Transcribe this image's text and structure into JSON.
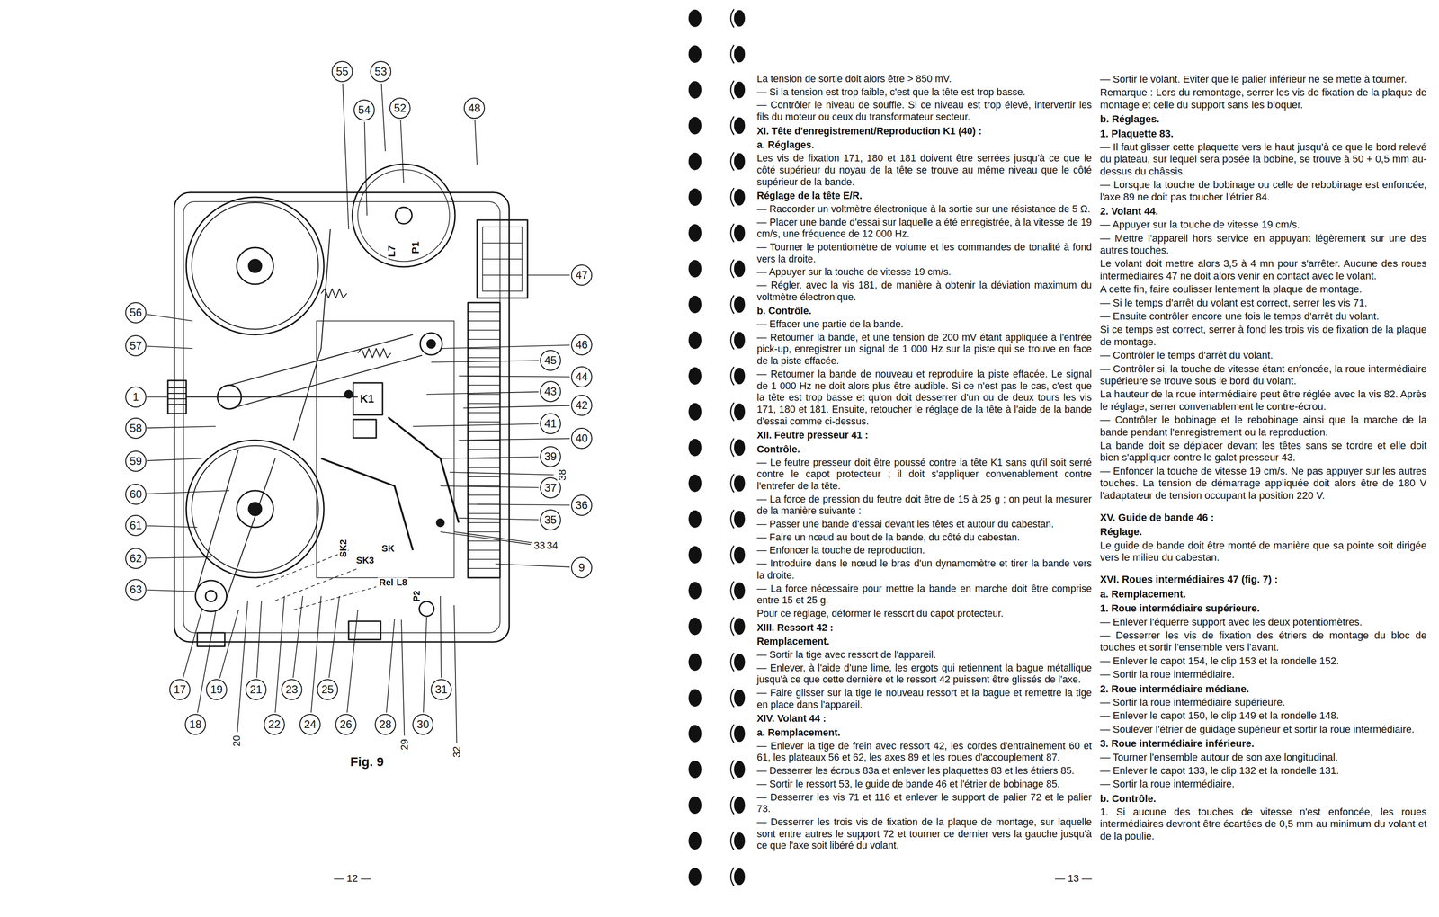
{
  "diagram": {
    "caption": "Fig. 9",
    "nodes": [
      {
        "text": [
          "55"
        ]
      },
      {
        "text": [
          "54"
        ]
      },
      {
        "text": [
          "53"
        ]
      },
      {
        "text": [
          "52"
        ]
      },
      {
        "text": [
          "48"
        ]
      },
      {
        "text": [
          "56"
        ]
      },
      {
        "text": [
          "57"
        ]
      },
      {
        "text": [
          "1"
        ]
      },
      {
        "text": [
          "58"
        ]
      },
      {
        "text": [
          "59"
        ]
      },
      {
        "text": [
          "60"
        ]
      },
      {
        "text": [
          "61"
        ]
      },
      {
        "text": [
          "62"
        ]
      },
      {
        "text": [
          "63"
        ]
      },
      {
        "text": [
          "47"
        ]
      },
      {
        "text": [
          "46"
        ]
      },
      {
        "text": [
          "45"
        ]
      },
      {
        "text": [
          "44"
        ]
      },
      {
        "text": [
          "43"
        ]
      },
      {
        "text": [
          "42"
        ]
      },
      {
        "text": [
          "41"
        ]
      },
      {
        "text": [
          "40"
        ]
      },
      {
        "text": [
          "39"
        ]
      },
      {
        "text": [
          "37"
        ]
      },
      {
        "text": [
          "36"
        ]
      },
      {
        "text": [
          "35"
        ]
      },
      {
        "text": [
          "9"
        ]
      },
      {
        "text": [
          "17"
        ]
      },
      {
        "text": [
          "18"
        ]
      },
      {
        "text": [
          "19"
        ]
      },
      {
        "text": [
          "21"
        ]
      },
      {
        "text": [
          "22"
        ]
      },
      {
        "text": [
          "23"
        ]
      },
      {
        "text": [
          "24"
        ]
      },
      {
        "text": [
          "25"
        ]
      },
      {
        "text": [
          "26"
        ]
      },
      {
        "text": [
          "28"
        ]
      },
      {
        "text": [
          "30"
        ]
      },
      {
        "text": [
          "31"
        ]
      }
    ],
    "edges": [],
    "labels": [
      "L7",
      "P1",
      "38",
      "33",
      "34",
      "20",
      "29",
      "32",
      "K1",
      "SK2",
      "SK3",
      "SK",
      "Rel",
      "L8",
      "P2",
      "La tension de sortie doit alors être > 850 mV.",
      "— Si la tension est trop faible, c'est que la tête est trop basse.",
      "— Contrôler le niveau de souffle. Si ce niveau est trop élevé, intervertir les fils du moteur ou ceux du transformateur secteur.",
      "XI. Tête d'enregistrement/Reproduction K1 (40) :",
      "a. Réglages.",
      "Les vis de fixation 171, 180 et 181 doivent être serrées jusqu'à ce que le côté supérieur du noyau de la tête se trouve au même niveau que le côté supérieur de la bande.",
      "Réglage de la tête E/R.",
      "— Raccorder un voltmètre électronique à la sortie sur une résistance de 5 Ω.",
      "— Placer une bande d'essai sur laquelle a été enregistrée, à la vitesse de 19 cm/s, une fréquence de 12 000 Hz.",
      "— Tourner le potentiomètre de volume et les commandes de tonalité à fond vers la droite.",
      "— Appuyer sur la touche de vitesse 19 cm/s.",
      "— Régler, avec la vis 181, de manière à obtenir la déviation maximum du voltmètre électronique.",
      "b. Contrôle.",
      "— Effacer une partie de la bande.",
      "— Retourner la bande, et une tension de 200 mV étant appliquée à l'entrée pick-up, enregistrer un signal de 1 000 Hz sur la piste qui se trouve en face de la piste effacée.",
      "— Retourner la bande de nouveau et reproduire la piste effacée. Le signal de 1 000 Hz ne doit alors plus être audible. Si ce n'est pas le cas, c'est que la tête est trop basse et qu'on doit desserrer d'un ou de deux tours les vis 171, 180 et 181. Ensuite, retoucher le réglage de la tête à l'aide de la bande d'essai comme ci-dessus.",
      "XII. Feutre presseur 41 :",
      "Contrôle.",
      "— Le feutre presseur doit être poussé contre la tête K1 sans qu'il soit serré contre le capot protecteur ; il doit s'appliquer convenablement contre l'entrefer de la tête.",
      "— La force de pression du feutre doit être de 15 à 25 g ; on peut la mesurer de la manière suivante :",
      "— Passer une bande d'essai devant les têtes et autour du cabestan.",
      "— Faire un nœud au bout de la bande, du côté du cabestan.",
      "— Enfoncer la touche de reproduction.",
      "— Introduire dans le nœud le bras d'un dynamomètre et tirer la bande vers la droite.",
      "— La force nécessaire pour mettre la bande en marche doit être comprise entre 15 et 25 g.",
      "Pour ce réglage, déformer le ressort du capot protecteur.",
      "XIII. Ressort 42 :",
      "Remplacement.",
      "— Sortir la tige avec ressort de l'appareil.",
      "— Enlever, à l'aide d'une lime, les ergots qui retiennent la bague métallique jusqu'à ce que cette dernière et le ressort 42 puissent être glissés de l'axe.",
      "— Faire glisser sur la tige le nouveau ressort et la bague et remettre la tige en place dans l'appareil.",
      "XIV. Volant 44 :",
      "a. Remplacement.",
      "— Enlever la tige de frein avec ressort 42, les cordes d'entraînement 60 et 61, les plateaux 56 et 62, les axes 89 et les roues d'accouplement 87.",
      "— Desserrer les écrous 83a et enlever les plaquettes 83 et les étriers 85.",
      "— Sortir le ressort 53, le guide de bande 46 et l'étrier de bobinage 85.",
      "— Desserrer les vis 71 et 116 et enlever le support de palier 72 et le palier 73.",
      "— Desserrer les trois vis de fixation de la plaque de montage, sur laquelle sont entre autres le support 72 et tourner ce dernier vers la gauche jusqu'à ce que l'axe soit libéré du volant.",
      "— Sortir le volant. Eviter que le palier inférieur ne se mette à tourner.",
      "Remarque : Lors du remontage, serrer les vis de fixation de la plaque de montage et celle du support sans les bloquer.",
      "b. Réglages.",
      "1. Plaquette 83.",
      "— Il faut glisser cette plaquette vers le haut jusqu'à ce que le bord relevé du plateau, sur lequel sera posée la bobine, se trouve à 50 + 0,5 mm au-dessus du châssis.",
      "— Lorsque la touche de bobinage ou celle de rebobinage est enfoncée, l'axe 89 ne doit pas toucher l'étrier 84.",
      "2. Volant 44.",
      "— Appuyer sur la touche de vitesse 19 cm/s.",
      "— Mettre l'appareil hors service en appuyant légèrement sur une des autres touches.",
      "Le volant doit mettre alors 3,5 à 4 mn pour s'arrêter. Aucune des roues intermédiaires 47 ne doit alors venir en contact avec le volant.",
      "A cette fin, faire coulisser lentement la plaque de montage.",
      "— Si le temps d'arrêt du volant est correct, serrer les vis 71.",
      "— Ensuite contrôler encore une fois le temps d'arrêt du volant.",
      "Si ce temps est correct, serrer à fond les trois vis de fixation de la plaque de montage.",
      "— Contrôler le temps d'arrêt du volant.",
      "— Contrôler si, la touche de vitesse étant enfoncée, la roue intermédiaire supérieure se trouve sous le bord du volant.",
      "La hauteur de la roue intermédiaire peut être réglée avec la vis 82. Après le réglage, serrer convenablement le contre-écrou.",
      "— Contrôler le bobinage et le rebobinage ainsi que la marche de la bande pendant l'enregistrement ou la reproduction.",
      "La bande doit se déplacer devant les têtes sans se tordre et elle doit bien s'appliquer contre le galet presseur 43.",
      "— Enfoncer la touche de vitesse 19 cm/s. Ne pas appuyer sur les autres touches. La tension de démarrage appliquée doit alors être de 180 V l'adaptateur de tension occupant la position 220 V.",
      "XV. Guide de bande 46 :",
      "Réglage.",
      "Le guide de bande doit être monté de manière que sa pointe soit dirigée vers le milieu du cabestan.",
      "XVI. Roues intermédiaires 47 (fig. 7) :",
      "a. Remplacement.",
      "1. Roue intermédiaire supérieure.",
      "— Enlever l'équerre support avec les deux potentiomètres.",
      "— Desserrer les vis de fixation des étriers de montage du bloc de touches et sortir l'ensemble vers l'avant.",
      "— Enlever le capot 154, le clip 153 et la rondelle 152.",
      "— Sortir la roue intermédiaire.",
      "2. Roue intermédiaire médiane.",
      "— Sortir la roue intermédiaire supérieure.",
      "— Enlever le capot 150, le clip 149 et la rondelle 148.",
      "— Soulever l'étrier de guidage supérieur et sortir la roue intermédiaire.",
      "3. Roue intermédiaire inférieure.",
      "— Tourner l'ensemble autour de son axe longitudinal.",
      "— Enlever le capot 133, le clip 132 et la rondelle 131.",
      "— Sortir la roue intermédiaire.",
      "b. Contrôle.",
      "1. Si aucune des touches de vitesse n'est enfoncée, les roues intermédiaires devront être écartées de 0,5 mm au minimum du volant et de la poulie.",
      "— 12 —",
      "— 13 —"
    ]
  }
}
